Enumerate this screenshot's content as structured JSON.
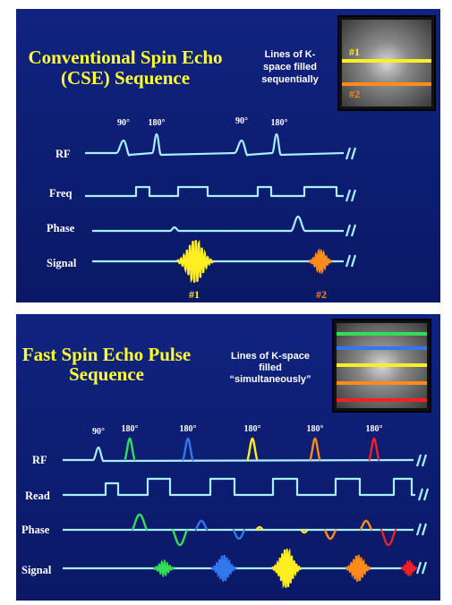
{
  "cse": {
    "title_line1": "Conventional Spin Echo",
    "title_line2": "(CSE) Sequence",
    "note_line1": "Lines of K-",
    "note_line2": "space filled",
    "note_line3": "sequentially",
    "rows": {
      "rf": "RF",
      "freq": "Freq",
      "phase": "Phase",
      "signal": "Signal"
    },
    "pulses": [
      "90°",
      "180°",
      "90°",
      "180°"
    ],
    "echo_labels": [
      "#1",
      "#2"
    ],
    "kspace_labels": [
      "#1",
      "#2"
    ],
    "colors": {
      "echo1": "#ffee22",
      "echo2": "#ff8c1a"
    }
  },
  "fse": {
    "title_line1": "Fast Spin Echo Pulse",
    "title_line2": "Sequence",
    "note_line1": "Lines of K-space",
    "note_line2": "filled",
    "note_line3": "“simultaneously”",
    "rows": {
      "rf": "RF",
      "read": "Read",
      "phase": "Phase",
      "signal": "Signal"
    },
    "pulses": [
      "90°",
      "180°",
      "180°",
      "180°",
      "180°",
      "180°"
    ],
    "colors": [
      "#33dd55",
      "#3377ee",
      "#ffee22",
      "#ff8c1a",
      "#ee2222"
    ]
  },
  "colors": {
    "background": "#0d1f7a",
    "trace": "#a8f0ff",
    "title": "#ffff33"
  }
}
